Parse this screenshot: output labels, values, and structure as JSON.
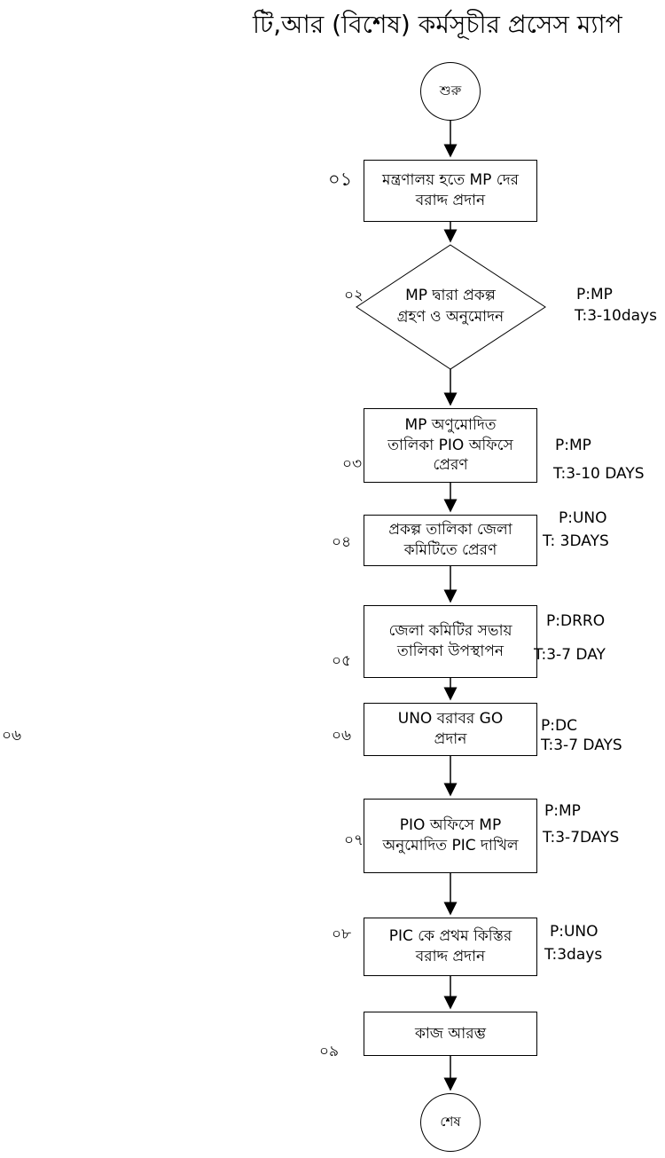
{
  "title": "টি,আর  (বিশেষ) কর্মসূচীর প্রসেস ম্যাপ",
  "start": "শুরু",
  "end": "শেষ",
  "stray_number": "০৬",
  "steps": [
    {
      "num": "০১",
      "text": "মন্ত্রণালয় হতে MP দের\nবরাদ্দ প্রদান",
      "person": "",
      "time": ""
    },
    {
      "num": "০২",
      "text": "MP দ্বারা প্রকল্প\nগ্রহণ ও অনুমোদন",
      "person": "P:MP",
      "time": "T:3-10days"
    },
    {
      "num": "০৩",
      "text": "MP অণুমোদিত\nতালিকা PIO অফিসে\nপ্রেরণ",
      "person": "P:MP",
      "time": "T:3-10 DAYS"
    },
    {
      "num": "০৪",
      "text": "প্রকল্প তালিকা জেলা\nকমিটিতে প্রেরণ",
      "person": "P:UNO",
      "time": "T: 3DAYS"
    },
    {
      "num": "০৫",
      "text": "জেলা কমিটির সভায়\nতালিকা উপস্থাপন",
      "person": "P:DRRO",
      "time": "T:3-7 DAY"
    },
    {
      "num": "০৬",
      "text": "UNO বরাবর GO\nপ্রদান",
      "person": "P:DC",
      "time": "T:3-7 DAYS"
    },
    {
      "num": "০৭",
      "text": "PIO অফিসে MP\nঅনুমোদিত PIC দাখিল",
      "person": "P:MP",
      "time": "T:3-7DAYS"
    },
    {
      "num": "০৮",
      "text": "PIC কে প্রথম কিস্তির\nবরাদ্দ প্রদান",
      "person": "P:UNO",
      "time": "T:3days"
    },
    {
      "num": "০৯",
      "text": "কাজ আরম্ভ",
      "person": "",
      "time": ""
    }
  ]
}
